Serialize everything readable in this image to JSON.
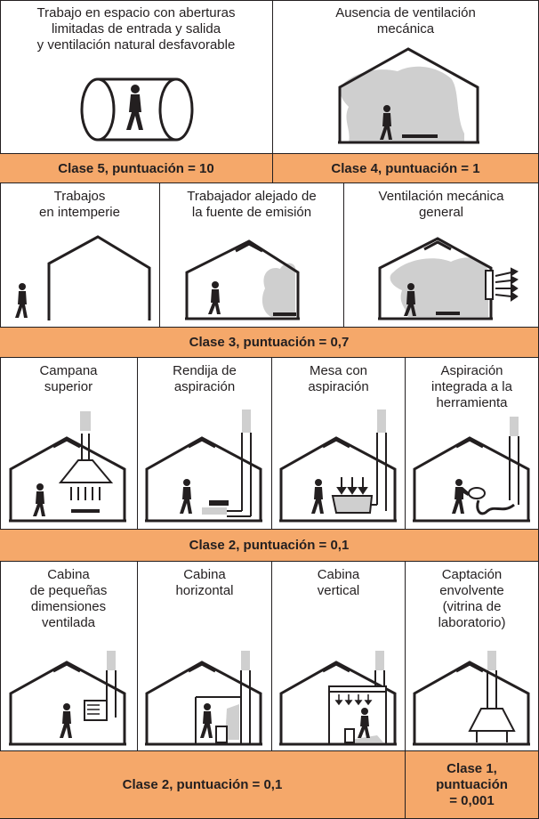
{
  "row1": {
    "cell1": "Trabajo en espacio con aberturas\nlimitadas de entrada y salida\ny ventilación natural desfavorable",
    "cell2": "Ausencia de ventilación\nmecánica",
    "band1": "Clase 5, puntuación = 10",
    "band2": "Clase 4, puntuación = 1"
  },
  "row2": {
    "cell1": "Trabajos\nen intemperie",
    "cell2": "Trabajador alejado de\nla fuente de emisión",
    "cell3": "Ventilación mecánica\ngeneral",
    "band": "Clase 3, puntuación = 0,7"
  },
  "row3": {
    "cell1": "Campana\nsuperior",
    "cell2": "Rendija de\naspiración",
    "cell3": "Mesa con\naspiración",
    "cell4": "Aspiración\nintegrada a la\nherramienta",
    "band": "Clase 2, puntuación = 0,1"
  },
  "row4": {
    "cell1": "Cabina\nde pequeñas\ndimensiones\nventilada",
    "cell2": "Cabina\nhorizontal",
    "cell3": "Cabina\nvertical",
    "cell4": "Captación\nenvolvente\n(vitrina de\nlaboratorio)",
    "band1": "Clase 2, puntuación = 0,1",
    "band2": "Clase 1,\npuntuación\n= 0,001"
  },
  "colors": {
    "band": "#f5a86a",
    "line": "#231f20",
    "cloud": "#cfcfcf"
  }
}
